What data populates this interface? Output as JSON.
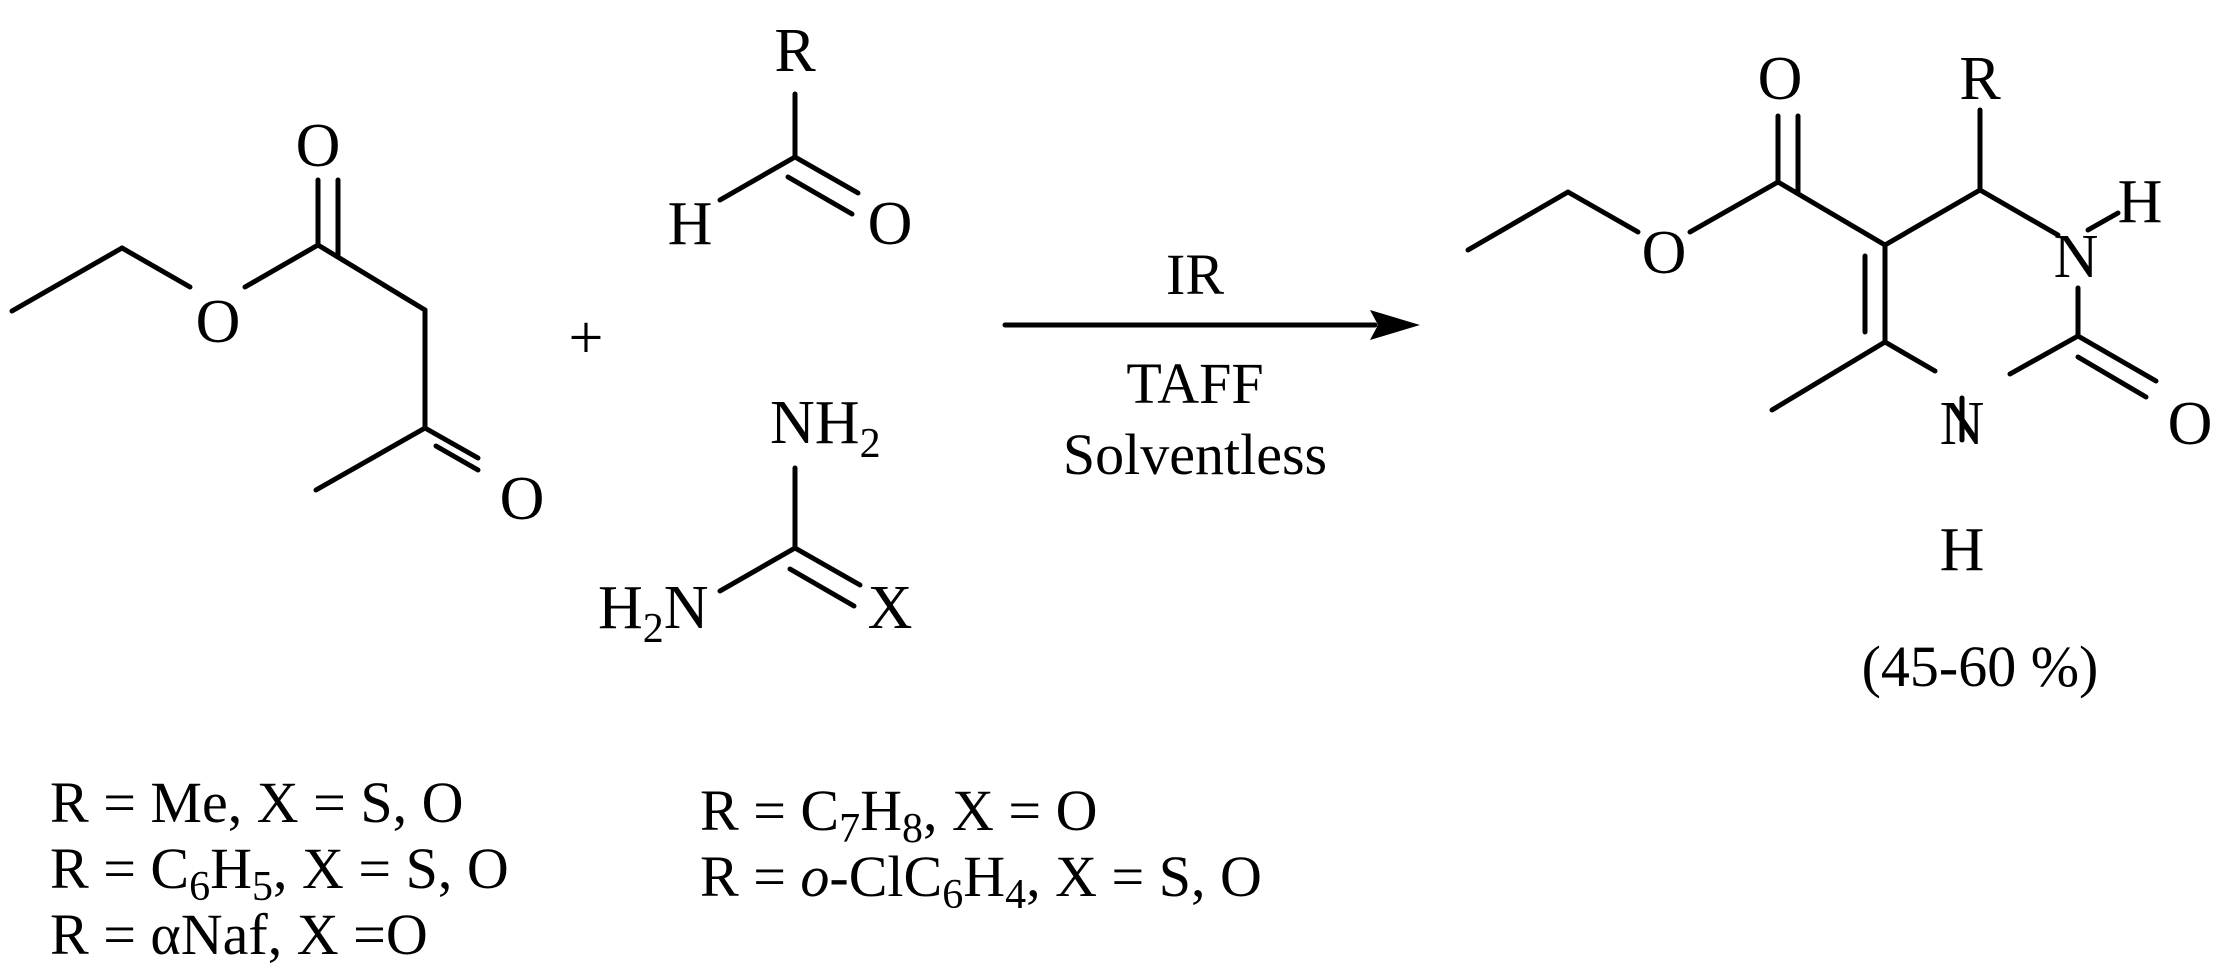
{
  "atoms": {
    "oxygen": "O",
    "nitrogen": "N",
    "hydrogen": "H",
    "r_group": "R",
    "x_group": "X",
    "nh": "NH",
    "hn": "N",
    "h_prefix": "H",
    "two": "2",
    "plus": "+"
  },
  "arrow": {
    "above": "IR",
    "below_1": "TAFF",
    "below_2": "Solventless"
  },
  "yield": "(45-60 %)",
  "substituents": {
    "r": "R",
    "eq": " = ",
    "x": "X",
    "row1": {
      "r": "Me",
      "x": "S, O"
    },
    "row2": {
      "r1": "C",
      "sub1": "6",
      "r2": "H",
      "sub2": "5",
      "x": "S, O"
    },
    "row3": {
      "r": "αNaf",
      "x": "O"
    },
    "row4": {
      "r1": "C",
      "sub1": "7",
      "r2": "H",
      "sub2": "8",
      "x": "O"
    },
    "row5": {
      "prefix": "o",
      "r1": "-ClC",
      "sub1": "6",
      "r2": "H",
      "sub2": "4",
      "x": "S, O"
    }
  }
}
